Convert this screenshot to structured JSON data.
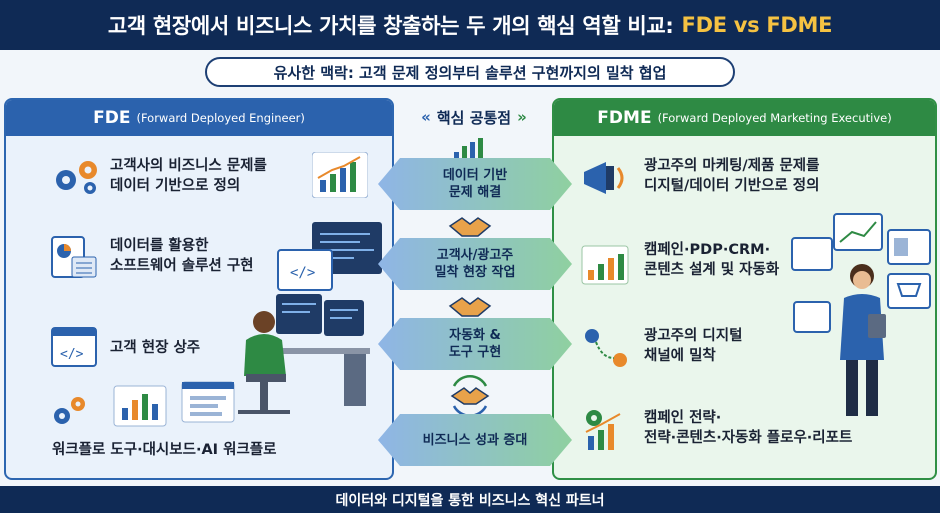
{
  "header": {
    "title": "고객 현장에서 비즈니스 가치를 창출하는 두 개의 핵심 역할 비교:",
    "accent": "FDE vs FDME"
  },
  "subtitle": "유사한 맥락: 고객 문제 정의부터 솔루션 구현까지의 밀착 협업",
  "left": {
    "title": "FDE",
    "title_full": "(Forward Deployed Engineer)",
    "items": [
      {
        "line1": "고객사의 비즈니스 문제를",
        "line2": "데이터 기반으로 정의"
      },
      {
        "line1": "데이터를 활용한",
        "line2": "소프트웨어 솔루션 구현"
      },
      {
        "line1": "고객 현장 상주",
        "line2": ""
      },
      {
        "line1": "워크플로 도구·대시보드·AI 워크플로",
        "line2": ""
      }
    ]
  },
  "center": {
    "title": "핵심 공통점",
    "chev_left": "«",
    "chev_right": "»",
    "bands": [
      {
        "line1": "데이터 기반",
        "line2": "문제 해결"
      },
      {
        "line1": "고객사/광고주",
        "line2": "밀착 현장 작업"
      },
      {
        "line1": "자동화 &",
        "line2": "도구 구현"
      },
      {
        "line1": "비즈니스 성과 증대",
        "line2": ""
      }
    ]
  },
  "right": {
    "title": "FDME",
    "title_full": "(Forward Deployed Marketing Executive)",
    "items": [
      {
        "line1": "광고주의 마케팅/제품 문제를",
        "line2": "디지털/데이터 기반으로 정의"
      },
      {
        "line1": "캠페인·PDP·CRM·",
        "line2": "콘텐츠 설계 및 자동화"
      },
      {
        "line1": "광고주의 디지털",
        "line2": "채널에 밀착"
      },
      {
        "line1": "캠페인 전략·",
        "line2": "전략·콘텐츠·자동화 플로우·리포트"
      }
    ]
  },
  "footer": "데이터와 디지털을 통한 비즈니스 혁신 파트너",
  "colors": {
    "navy": "#0f2a55",
    "blue": "#2b62ad",
    "green": "#2e8a44",
    "gold": "#f5c242"
  }
}
